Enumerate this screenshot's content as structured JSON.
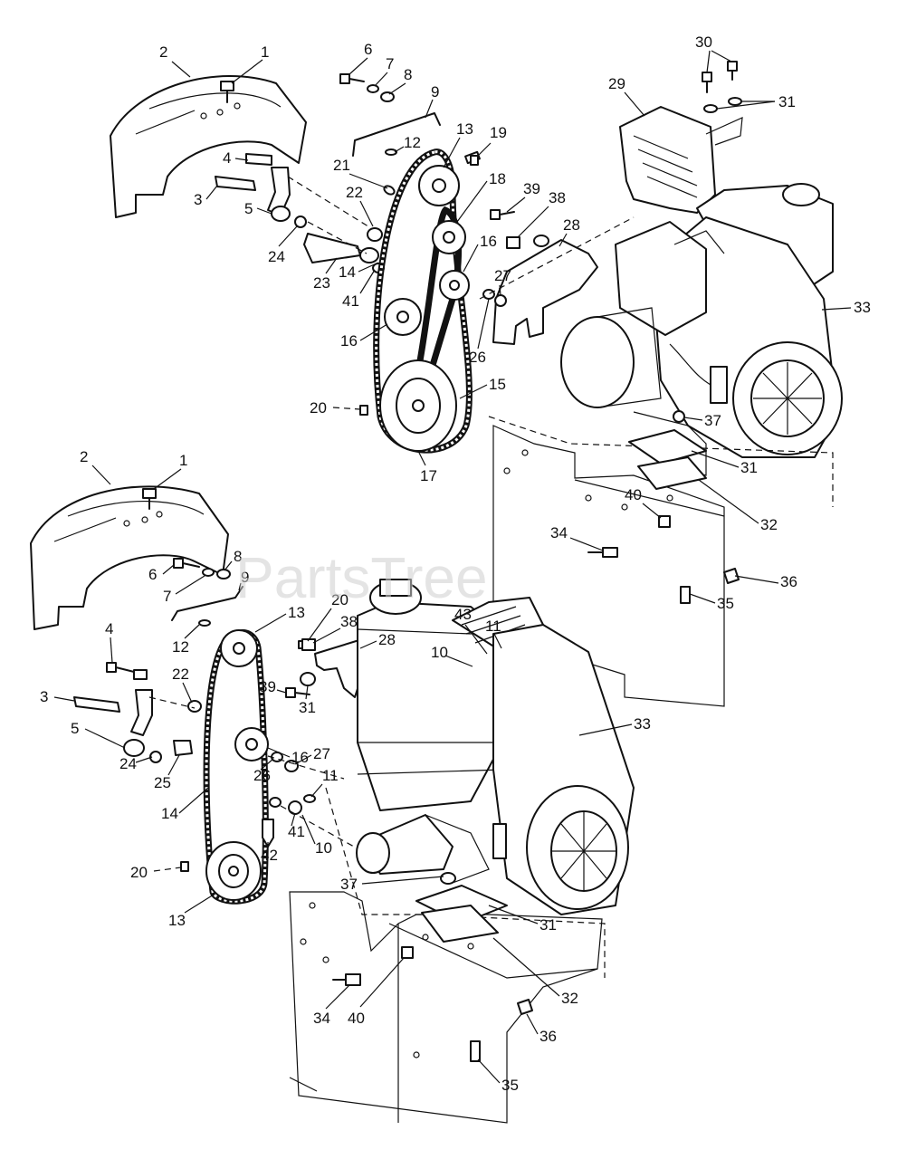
{
  "watermark": "PartsTree",
  "callouts": {
    "top": [
      "1",
      "2",
      "3",
      "4",
      "5",
      "6",
      "7",
      "8",
      "9",
      "12",
      "13",
      "14",
      "15",
      "16",
      "16",
      "17",
      "18",
      "19",
      "20",
      "21",
      "22",
      "23",
      "24",
      "26",
      "27",
      "28",
      "29",
      "30",
      "31",
      "31",
      "31",
      "32",
      "33",
      "34",
      "35",
      "36",
      "37",
      "38",
      "39",
      "40",
      "41",
      "8"
    ],
    "bottom": [
      "1",
      "2",
      "3",
      "4",
      "5",
      "6",
      "7",
      "8",
      "9",
      "10",
      "10",
      "11",
      "11",
      "12",
      "13",
      "13",
      "14",
      "16",
      "20",
      "20",
      "22",
      "24",
      "25",
      "26",
      "27",
      "28",
      "31",
      "31",
      "32",
      "33",
      "34",
      "35",
      "36",
      "37",
      "38",
      "39",
      "40",
      "41",
      "42",
      "43"
    ]
  }
}
